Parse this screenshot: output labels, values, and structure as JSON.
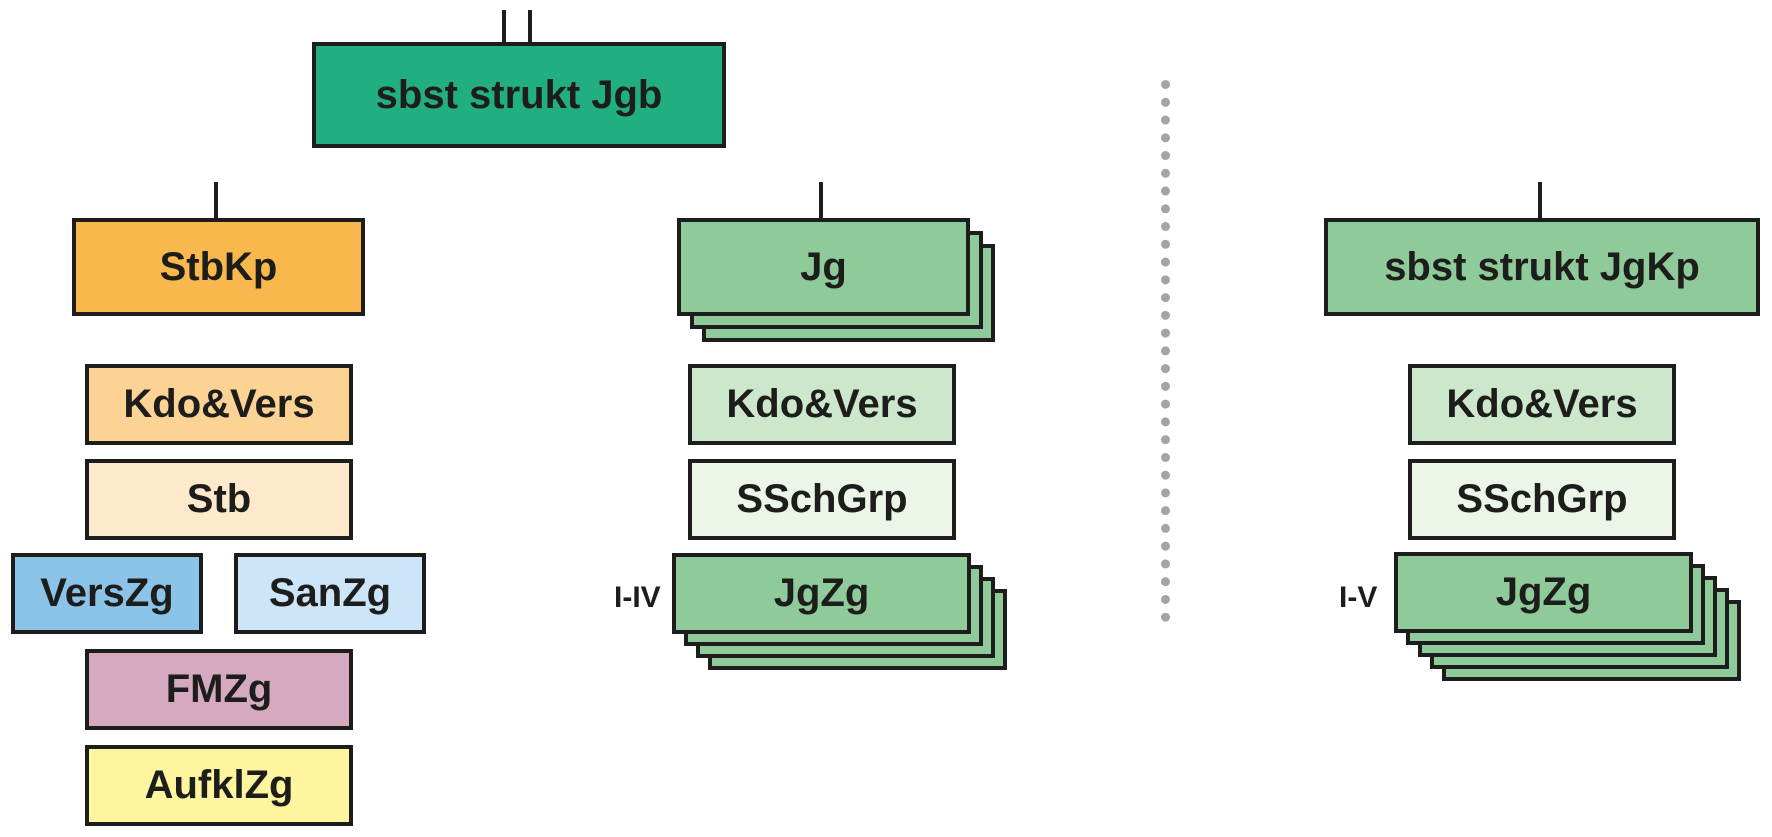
{
  "colors": {
    "stroke": "#1d1d1b",
    "teal": "#21ae80",
    "orange": "#f8b84d",
    "light_orange": "#fdd395",
    "pale_orange": "#ffe9cc",
    "blue": "#8bc4e8",
    "light_blue": "#cce5f8",
    "mauve": "#d5aac0",
    "yellow": "#fef59e",
    "green": "#8fca9b",
    "light_green": "#cde7cc",
    "pale_green": "#ebf5e8",
    "divider": "#a4a4a4"
  },
  "top": {
    "label": "sbst strukt Jgb"
  },
  "stbkp": {
    "header": "StbKp",
    "kdo": "Kdo&Vers",
    "stb": "Stb",
    "verszg": "VersZg",
    "sanzg": "SanZg",
    "fmzg": "FMZg",
    "aufklzg": "AufklZg"
  },
  "jg": {
    "header": "Jg",
    "kdo": "Kdo&Vers",
    "sschgrp": "SSchGrp",
    "jgzg": "JgZg",
    "jgzg_range": "I-IV"
  },
  "jgkp": {
    "header": "sbst strukt JgKp",
    "kdo": "Kdo&Vers",
    "sschgrp": "SSchGrp",
    "jgzg": "JgZg",
    "jgzg_range": "I-V"
  }
}
